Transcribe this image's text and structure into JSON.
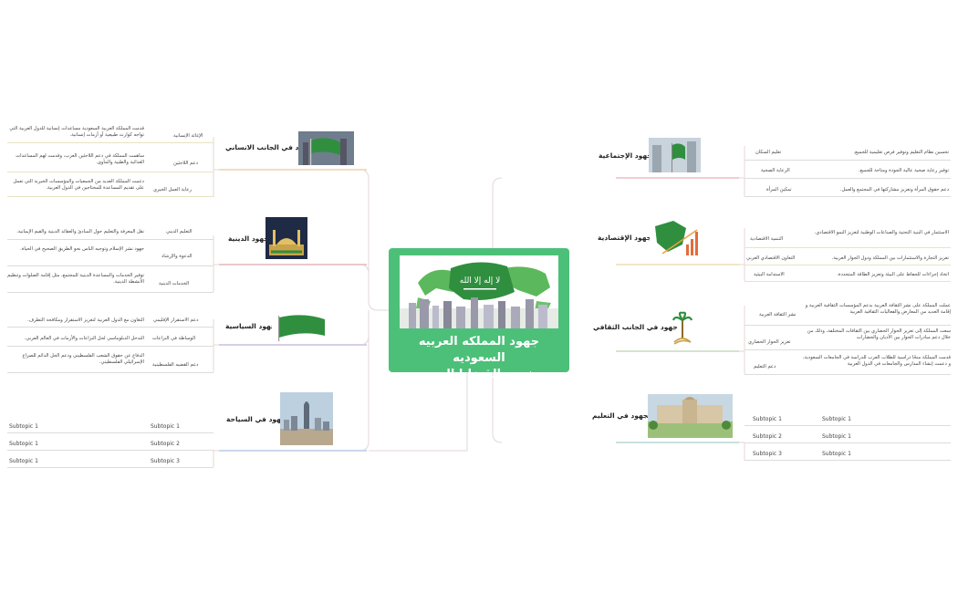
{
  "central": {
    "title_line1": "جهود المملكه العربيه السعوديه",
    "title_line2": "وخدمه القضايا العربيه",
    "color": "#4cc079"
  },
  "branches": {
    "humanitarian": {
      "title": "جهود في الجانب الانساني",
      "rows": [
        {
          "key": "الإغاثة الإنسانية",
          "text": "قدمت المملكة العربية السعودية مساعدات إنسانية للدول العربية التي تواجه كوارث طبيعية أو أزمات إنسانية."
        },
        {
          "key": "دعم اللاجئين",
          "text": "ساهمت المملكة في دعم اللاجئين العرب، وقدمت لهم المساعدات الغذائية والطبية والمأوى."
        },
        {
          "key": "رعاية العمل الخيري",
          "text": "دعمت المملكة العديد من الجمعيات والمؤسسات الخيرية التي تعمل على تقديم المساعدة للمحتاجين في الدول العربية."
        }
      ]
    },
    "religious": {
      "title": "الجهود الدينية",
      "rows": [
        {
          "key": "التعليم الديني",
          "text": "نقل المعرفة والتعليم حول المبادئ والعقائد الدينية والقيم الإيمانية."
        },
        {
          "key": "الدعوة والإرشاد",
          "text": "جهود نشر الإسلام وتوجيه الناس نحو الطريق الصحيح في الحياة."
        },
        {
          "key": "الخدمات الدينية",
          "text": "توفير الخدمات والمساعدة الدينية للمجتمع، مثل إقامة الصلوات وتنظيم الأنشطة الدينية."
        }
      ]
    },
    "political": {
      "title": "الجهود السياسية",
      "rows": [
        {
          "key": "دعم الاستقرار الإقليمي",
          "text": "التعاون مع الدول العربية لتعزيز الاستقرار ومكافحة التطرف."
        },
        {
          "key": "الوساطة في النزاعات",
          "text": "التدخل الدبلوماسي لحل النزاعات والأزمات في العالم العربي."
        },
        {
          "key": "دعم القضيه الفلسطينية",
          "text": "الدفاع عن حقوق الشعب الفلسطيني ودعم الحل الدائم للصراع الإسرائيلي الفلسطيني."
        }
      ]
    },
    "tourism": {
      "title": "الجهود في السياحة",
      "rows": [
        {
          "key": "Subtopic 1",
          "text": "Subtopic 1"
        },
        {
          "key": "Subtopic 2",
          "text": "Subtopic 1"
        },
        {
          "key": "Subtopic 3",
          "text": "Subtopic 1"
        }
      ]
    },
    "social": {
      "title": "الجهود الإجتماعية",
      "rows": [
        {
          "key": "تعليم السكان",
          "text": "تحسين نظام التعليم وتوفير فرص تعليمية للجميع."
        },
        {
          "key": "الرعاية الصحية",
          "text": "توفير رعاية صحية عالية الجودة ومتاحة للجميع."
        },
        {
          "key": "تمكين المرأة",
          "text": "دعم حقوق المرأة وتعزيز مشاركتها في المجتمع والعمل."
        }
      ]
    },
    "economic": {
      "title": "الجهود الإقتصادية",
      "rows": [
        {
          "key": "التنمية الاقتصادية",
          "text": "الاستثمار في البنية التحتية والصناعات الوطنية لتعزيز النمو الاقتصادي."
        },
        {
          "key": "التعاون الاقتصادي العربي",
          "text": "تعزيز التجارة والاستثمارات بين المملكة ودول الجوار العربية."
        },
        {
          "key": "الاستدامة البيئية",
          "text": "اتخاذ إجراءات للحفاظ على البيئة وتعزيز الطاقة المتجددة."
        }
      ]
    },
    "cultural": {
      "title": "جهود في الجانب الثقافي",
      "rows": [
        {
          "key": "نشر الثقافة العربية",
          "text": "عملت المملكة على نشر الثقافة العربية بدعم المؤسسات الثقافية العربية و إقامة العديد من المعارض والفعاليات الثقافية العربية"
        },
        {
          "key": "تعزيز الحوار الحضاري",
          "text": "سعت المملكة إلى تعزيز الحوار الحضاري بين الثقافات المختلفة، وذلك من خلال دعم مبادرات الحوار بين الأديان والحضارات"
        },
        {
          "key": "دعم التعليم",
          "text": "قدمت المملكة منحًا دراسية للطلاب العرب للدراسة في الجامعات السعودية، و دعمت إنشاء المدارس والجامعات في الدول العربية"
        }
      ]
    },
    "education": {
      "title": "الجهود في التعليم",
      "rows": [
        {
          "key": "Subtopic 1",
          "text": "Subtopic 1"
        },
        {
          "key": "Subtopic 2",
          "text": "Subtopic 1"
        },
        {
          "key": "Subtopic 3",
          "text": "Subtopic 1"
        }
      ]
    }
  },
  "colors": {
    "humanitarian": "#f5dcc0",
    "religious": "#e7c9cd",
    "political": "#d6cfe4",
    "tourism": "#c9d9e8",
    "social": "#f1cdd0",
    "economic": "#efe6c4",
    "cultural": "#d4e4cd",
    "education": "#c7e1e0"
  }
}
